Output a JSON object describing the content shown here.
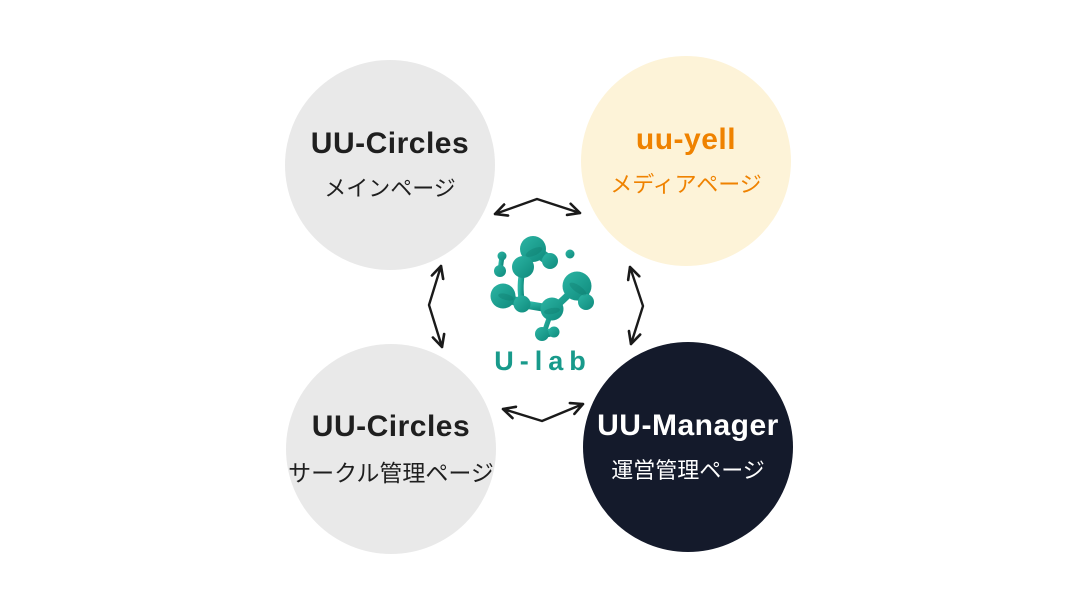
{
  "diagram": {
    "background": "#ffffff",
    "center": {
      "label": "U-lab",
      "label_color": "#189a8b",
      "logo_icon": "u-lab-blob-logo",
      "blob_gradient": {
        "from": "#2cb5a4",
        "to": "#0f8a7c"
      },
      "blob_streak_color": "#0c7568"
    },
    "nodes": [
      {
        "id": "uu-circles-main",
        "title": "UU-Circles",
        "subtitle": "メインページ",
        "bg": "#e9e9e9",
        "title_color": "#1f1f1f",
        "subtitle_color": "#1f1f1f"
      },
      {
        "id": "uu-yell",
        "title": "uu-yell",
        "subtitle": "メディアページ",
        "bg": "#fdf3d8",
        "title_color": "#ef8200",
        "subtitle_color": "#ef8200"
      },
      {
        "id": "uu-circles-admin",
        "title": "UU-Circles",
        "subtitle": "サークル管理ページ",
        "bg": "#e9e9e9",
        "title_color": "#1f1f1f",
        "subtitle_color": "#1f1f1f"
      },
      {
        "id": "uu-manager",
        "title": "UU-Manager",
        "subtitle": "運営管理ページ",
        "bg": "#141a2b",
        "title_color": "#ffffff",
        "subtitle_color": "#ffffff"
      }
    ],
    "arrows": {
      "color": "#1a1a1a",
      "style": "double-headed",
      "links": [
        {
          "from": "uu-circles-main",
          "to": "uu-yell"
        },
        {
          "from": "uu-circles-main",
          "to": "uu-circles-admin"
        },
        {
          "from": "uu-yell",
          "to": "uu-manager"
        },
        {
          "from": "uu-circles-admin",
          "to": "uu-manager"
        }
      ]
    }
  }
}
